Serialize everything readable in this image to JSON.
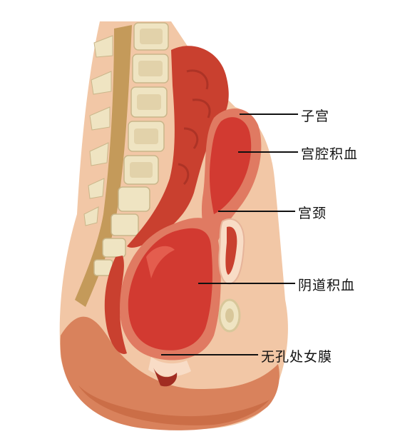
{
  "labels": {
    "uterus": "子宫",
    "hematometra": "宫腔积血",
    "cervix": "宫颈",
    "hematocolpos": "阴道积血",
    "imperforate_hymen": "无孔处女膜"
  },
  "colors": {
    "skin": "#f2c7a6",
    "skin_light": "#f8dcc6",
    "outer_tissue": "#d9825c",
    "outer_tissue_dark": "#c4653f",
    "muscle_red": "#c9402f",
    "muscle_dark": "#a12d22",
    "blood": "#d23a31",
    "blood_highlight": "#e86656",
    "bone": "#efe4c2",
    "bone_inner": "#d8c79a",
    "spinal_cord": "#c49a5a",
    "leader_line": "#111111"
  }
}
